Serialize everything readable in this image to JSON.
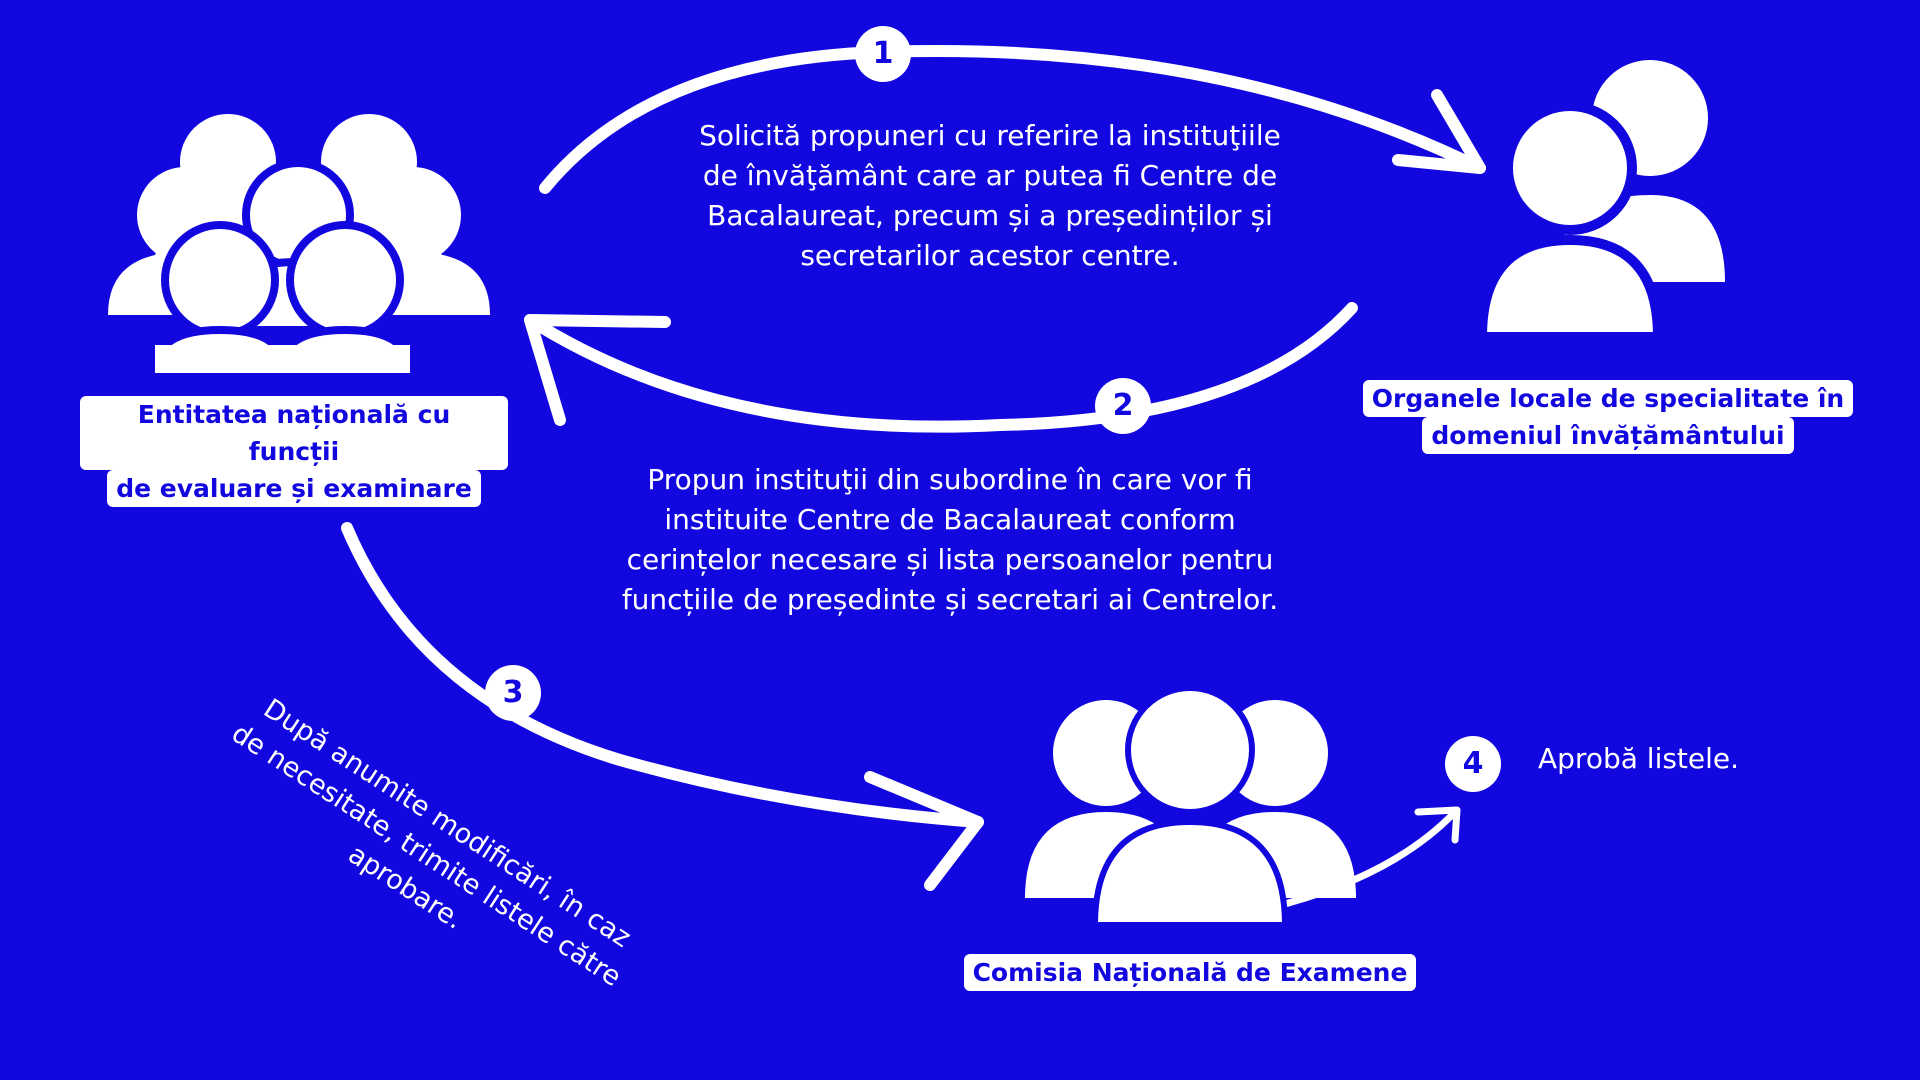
{
  "colors": {
    "background": "#1207DE",
    "foreground": "#FFFFFF"
  },
  "nodes": {
    "entity": {
      "line1": "Entitatea națională cu funcții",
      "line2": "de evaluare și examinare",
      "icon": "group-of-people-icon"
    },
    "local": {
      "line1": "Organele locale de specialitate în",
      "line2": "domeniul învățământului",
      "icon": "pair-of-people-icon"
    },
    "commission": {
      "line1": "Comisia Națională de Examene",
      "icon": "group-of-three-people-icon"
    }
  },
  "steps": [
    {
      "number": "1",
      "lines": [
        "Solicită propuneri cu referire la instituţiile",
        "de învăţământ care ar putea fi Centre de",
        "Bacalaureat, precum și a președinților și",
        "secretarilor acestor centre."
      ]
    },
    {
      "number": "2",
      "lines": [
        "Propun instituţii din subordine în care vor fi",
        "instituite Centre de Bacalaureat conform",
        "cerințelor necesare și lista persoanelor pentru",
        "funcțiile de președinte și secretari ai Centrelor."
      ]
    },
    {
      "number": "3",
      "lines": [
        "După anumite modificări, în caz",
        "de necesitate, trimite listele către",
        "aprobare."
      ]
    },
    {
      "number": "4",
      "lines": [
        "Aprobă listele."
      ]
    }
  ]
}
